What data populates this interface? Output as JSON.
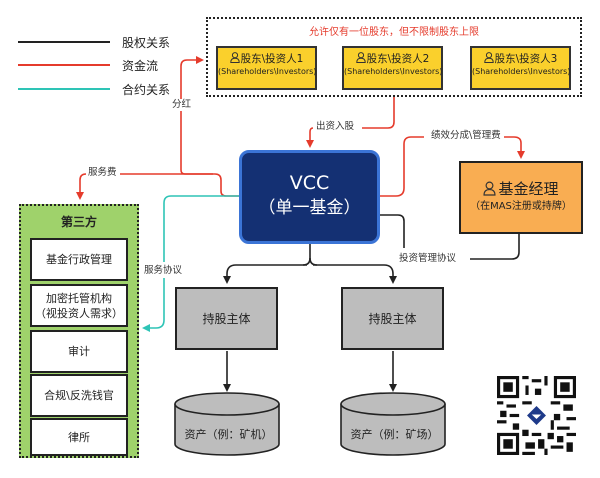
{
  "legend": [
    {
      "label": "股权关系",
      "type": "equity",
      "color": "#222222"
    },
    {
      "label": "资金流",
      "type": "capital-flow",
      "color": "#e53b2c"
    },
    {
      "label": "合约关系",
      "type": "contract",
      "color": "#2ec4b6"
    }
  ],
  "shareholders": {
    "note": "允许仅有一位股东，但不限制股东上限",
    "boxes": [
      {
        "title": "股东\\投资人1",
        "subtitle": "(Shareholders\\Investors)"
      },
      {
        "title": "股东\\投资人2",
        "subtitle": "(Shareholders\\Investors)"
      },
      {
        "title": "股东\\投资人3",
        "subtitle": "(Shareholders\\Investors)"
      }
    ]
  },
  "vcc": {
    "title": "VCC",
    "subtitle": "（单一基金）"
  },
  "fund_manager": {
    "title": "基金经理",
    "subtitle": "（在MAS注册或持牌）"
  },
  "third_party": {
    "title": "第三方",
    "items": [
      {
        "line1": "基金行政管理",
        "line2": ""
      },
      {
        "line1": "加密托管机构",
        "line2": "（视投资人需求）"
      },
      {
        "line1": "审计",
        "line2": ""
      },
      {
        "line1": "合规\\反洗钱官",
        "line2": ""
      },
      {
        "line1": "律所",
        "line2": ""
      }
    ]
  },
  "holding_entities": [
    {
      "label": "持股主体",
      "asset": "资产（例：矿机）"
    },
    {
      "label": "持股主体",
      "asset": "资产（例：矿场）"
    }
  ],
  "edge_labels": {
    "dividend": "分红",
    "capital_injection": "出资入股",
    "performance_fee": "绩效分成\\管理费",
    "service_fee": "服务费",
    "service_agreement": "服务协议",
    "investment_mgmt_agreement": "投资管理协议"
  },
  "colors": {
    "equity": "#222222",
    "capital_flow": "#e53b2c",
    "contract": "#2ec4b6",
    "vcc_fill": "#143073",
    "vcc_border": "#3b74d6",
    "shareholder_fill": "#fad02c",
    "manager_fill": "#f9ad52",
    "third_party_fill": "#9fd26b",
    "holder_fill": "#bdbdbd"
  },
  "qr_code": {
    "icon": "qr-code-icon"
  }
}
